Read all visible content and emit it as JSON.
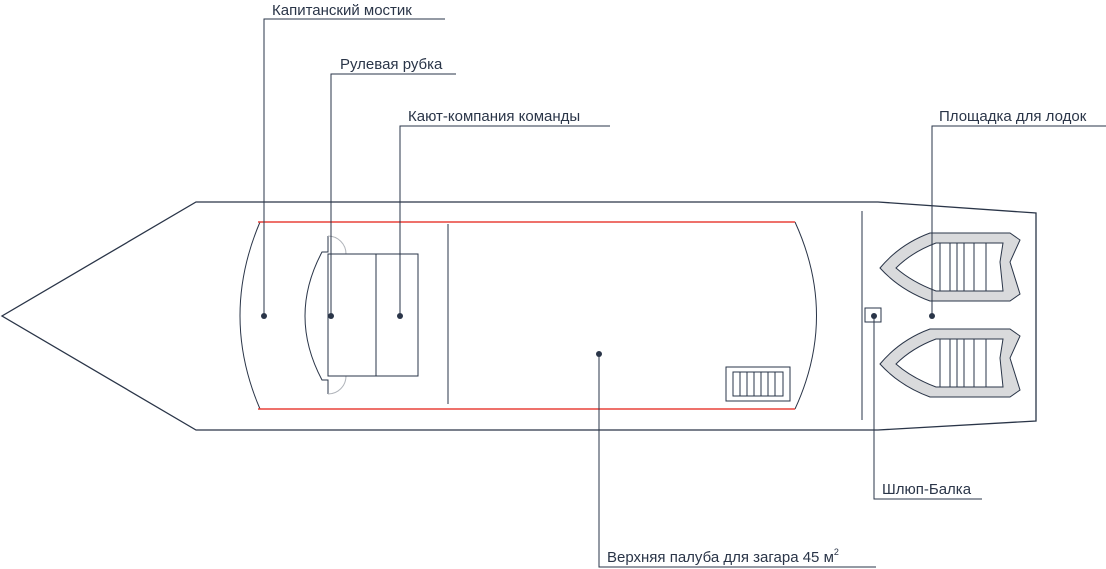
{
  "colors": {
    "line": "#2a3548",
    "rail": "#e8423a",
    "boat_fill": "#d9dadc",
    "boat_line": "#2a3548",
    "background": "#ffffff"
  },
  "labels": {
    "captain_bridge": "Капитанский мостик",
    "wheelhouse": "Рулевая рубка",
    "crew_mess": "Кают-компания команды",
    "boat_platform": "Площадка для лодок",
    "davit": "Шлюп-Балка",
    "sun_deck": "Верхняя палуба для загара 45 м",
    "sun_deck_sup": "2"
  }
}
